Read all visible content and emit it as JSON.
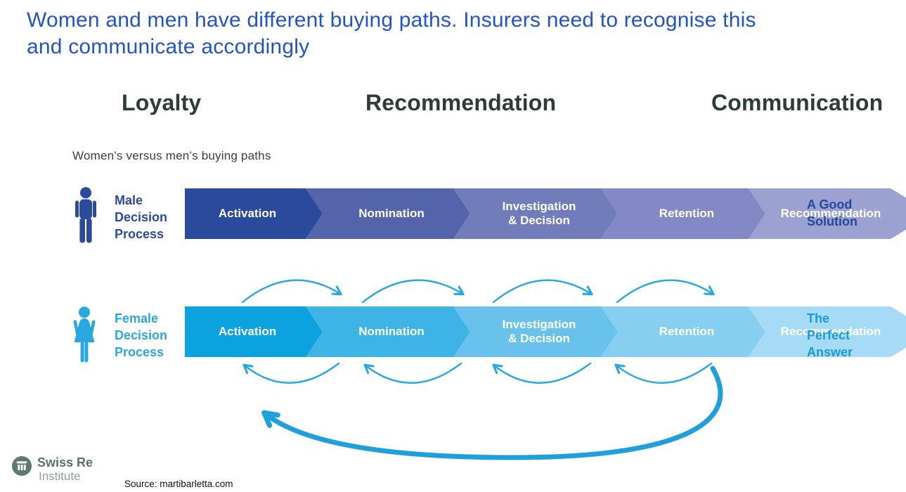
{
  "slide": {
    "title": "Women and men have different buying paths. Insurers need to recognise this\nand communicate accordingly",
    "title_color": "#2254c4",
    "headers": [
      {
        "label": "Loyalty"
      },
      {
        "label": "Recommendation"
      },
      {
        "label": "Communication"
      }
    ],
    "subtitle": "Women’s versus men’s buying paths"
  },
  "diagram": {
    "stages": [
      "Activation",
      "Nomination",
      "Investigation\n& Decision",
      "Retention",
      "Recommendation"
    ],
    "rows": [
      {
        "name": "male",
        "label": "Male\nDecision\nProcess",
        "result": "A Good\nSolution",
        "accent": "#2a4a9b",
        "result_color": "#24489a",
        "segment_colors": [
          "#2a4a9b",
          "#5464ab",
          "#717dbb",
          "#8389c4",
          "#9ba1d1"
        ]
      },
      {
        "name": "female",
        "label": "Female\nDecision\nProcess",
        "result": "The\nPerfect\nAnswer",
        "accent": "#29a8e0",
        "result_color": "#189bd8",
        "segment_colors": [
          "#0ca2df",
          "#3eb3e6",
          "#69c2ec",
          "#87cff1",
          "#a6dbf5"
        ]
      }
    ],
    "arrow_color": "#29a8e0",
    "big_arrow_color": "#1f9fdc"
  },
  "footer": {
    "brand": "Swiss Re",
    "brand_sub": "Institute",
    "brand_color": "#5f7a6c",
    "source": "Source: martibarletta.com"
  }
}
